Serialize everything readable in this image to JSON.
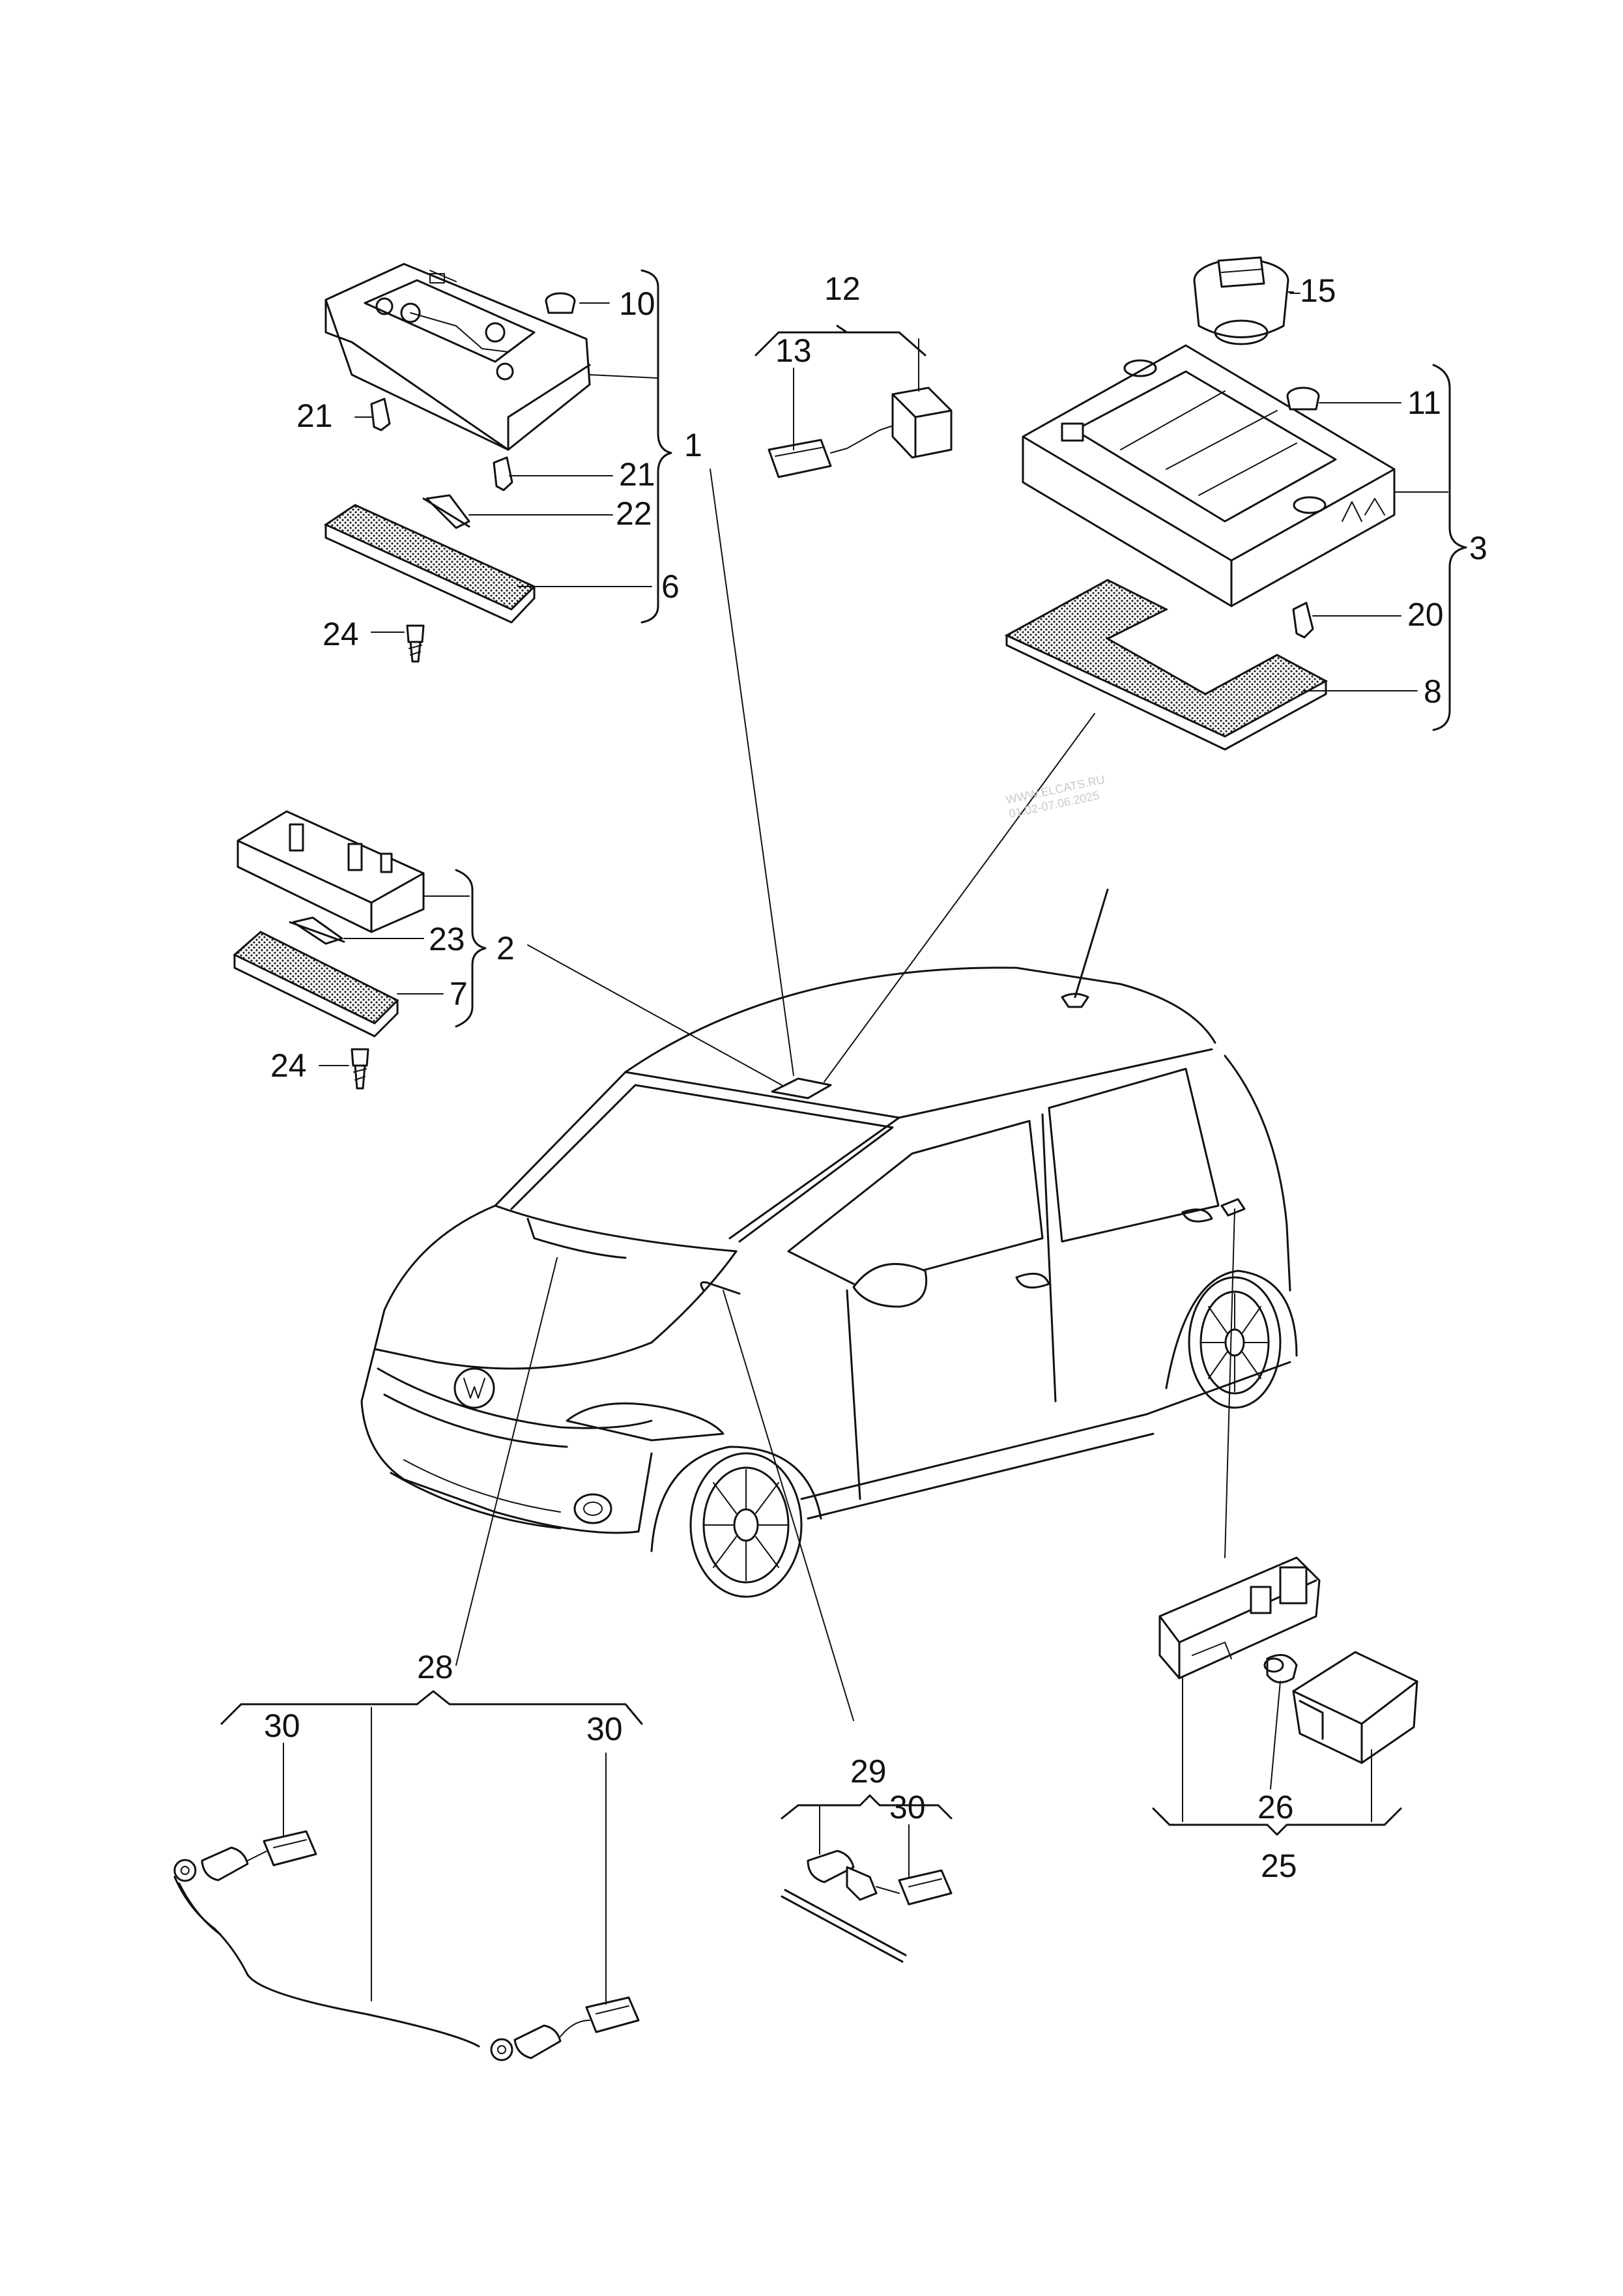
{
  "labels": {
    "l1": "1",
    "l2": "2",
    "l3": "3",
    "l6": "6",
    "l7": "7",
    "l8": "8",
    "l10": "10",
    "l11": "11",
    "l12": "12",
    "l13": "13",
    "l15": "15",
    "l20": "20",
    "l21a": "21",
    "l21b": "21",
    "l22": "22",
    "l23": "23",
    "l24a": "24",
    "l24b": "24",
    "l25": "25",
    "l26": "26",
    "l28": "28",
    "l29": "29",
    "l30a": "30",
    "l30b": "30",
    "l30c": "30"
  },
  "watermark": {
    "line1": "WWW.ELCATS.RU",
    "line2": "01.02-07.06.2025"
  }
}
